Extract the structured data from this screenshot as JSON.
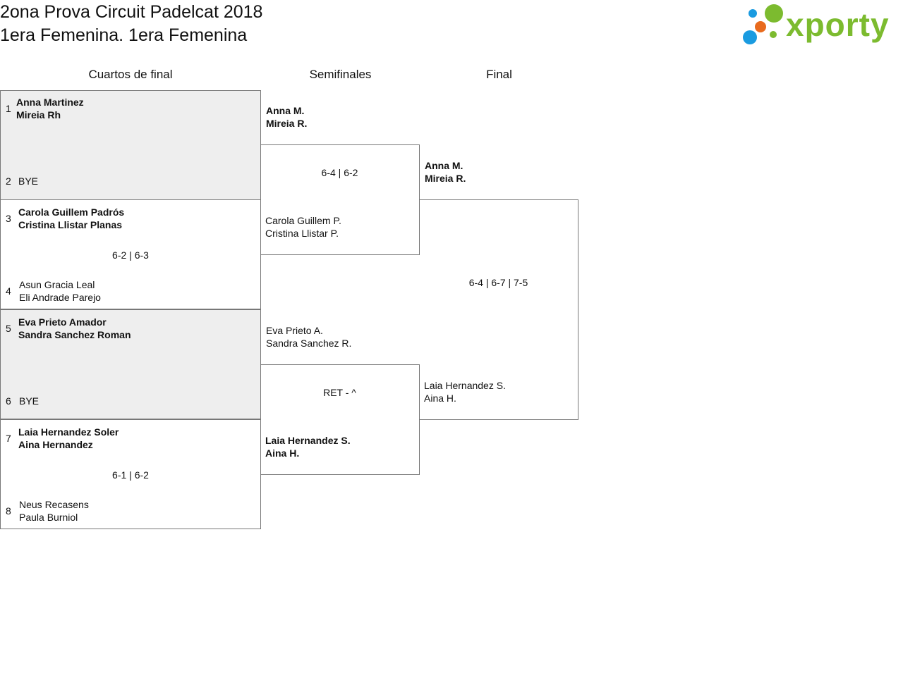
{
  "header": {
    "title_line1": "2ona Prova Circuit Padelcat 2018",
    "title_line2": "1era Femenina. 1era Femenina"
  },
  "logo": {
    "text": "xporty",
    "dot_colors": [
      "#1a9be0",
      "#e86b1e",
      "#7cbb2f"
    ]
  },
  "rounds": {
    "quarterfinals": "Cuartos de final",
    "semifinals": "Semifinales",
    "final": "Final"
  },
  "quarterfinals": [
    {
      "top": {
        "seed": "1",
        "p1": "Anna Martinez",
        "p2": "Mireia Rh"
      },
      "bottom": {
        "seed": "2",
        "p1": "BYE",
        "p2": ""
      },
      "score": ""
    },
    {
      "top": {
        "seed": "3",
        "p1": "Carola Guillem Padrós",
        "p2": "Cristina Llistar Planas"
      },
      "bottom": {
        "seed": "4",
        "p1": "Asun Gracia Leal",
        "p2": "Eli Andrade Parejo"
      },
      "score": "6-2 | 6-3"
    },
    {
      "top": {
        "seed": "5",
        "p1": "Eva Prieto Amador",
        "p2": "Sandra Sanchez Roman"
      },
      "bottom": {
        "seed": "6",
        "p1": "BYE",
        "p2": ""
      },
      "score": ""
    },
    {
      "top": {
        "seed": "7",
        "p1": "Laia Hernandez Soler",
        "p2": "Aina Hernandez"
      },
      "bottom": {
        "seed": "8",
        "p1": "Neus Recasens",
        "p2": "Paula Burniol"
      },
      "score": "6-1 | 6-2"
    }
  ],
  "semifinals": [
    {
      "top": {
        "p1": "Anna M.",
        "p2": "Mireia R."
      },
      "score": "6-4 | 6-2",
      "bottom": {
        "p1": "Carola Guillem P.",
        "p2": "Cristina Llistar P."
      }
    },
    {
      "top": {
        "p1": "Eva Prieto A.",
        "p2": "Sandra Sanchez R."
      },
      "score": "RET - ^",
      "bottom": {
        "p1": "Laia Hernandez S.",
        "p2": "Aina H."
      }
    }
  ],
  "final": {
    "top": {
      "p1": "Anna M.",
      "p2": "Mireia R."
    },
    "score": "6-4 | 6-7 | 7-5",
    "bottom": {
      "p1": "Laia Hernandez S.",
      "p2": "Aina H."
    }
  }
}
